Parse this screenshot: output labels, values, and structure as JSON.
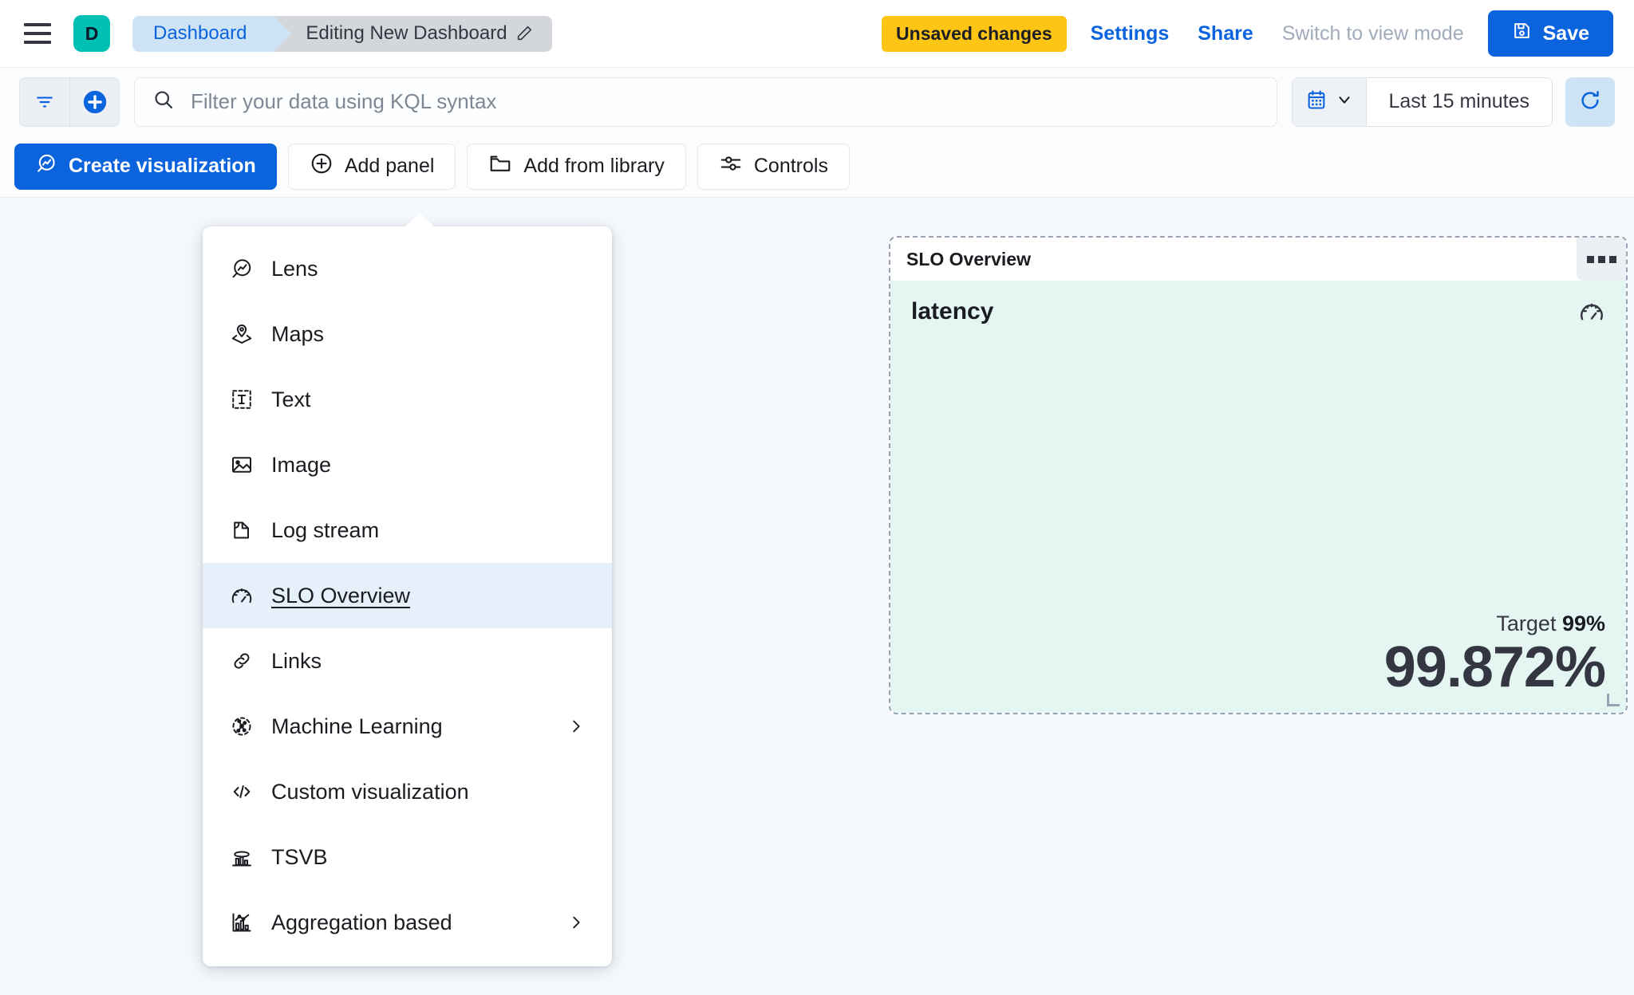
{
  "topnav": {
    "menu_icon": "hamburger-menu-icon",
    "space_initial": "D",
    "breadcrumb_root": "Dashboard",
    "breadcrumb_current": "Editing New Dashboard",
    "edit_title_icon": "pencil-icon",
    "unsaved_badge": "Unsaved changes",
    "settings_link": "Settings",
    "share_link": "Share",
    "view_mode_link": "Switch to view mode",
    "save_label": "Save",
    "save_icon": "save-disk-icon"
  },
  "querybar": {
    "filter_icon": "filter-icon",
    "add_filter_icon": "plus-circle-icon",
    "search_icon": "search-icon",
    "kql_placeholder": "Filter your data using KQL syntax",
    "calendar_icon": "calendar-icon",
    "chevron_icon": "chevron-down-icon",
    "time_range": "Last 15 minutes",
    "refresh_icon": "refresh-icon"
  },
  "toolbar": {
    "create_visualization": "Create visualization",
    "create_visualization_icon": "lens-icon",
    "add_panel": "Add panel",
    "add_panel_icon": "plus-circle-icon",
    "add_from_library": "Add from library",
    "add_from_library_icon": "folder-icon",
    "controls": "Controls",
    "controls_icon": "sliders-icon"
  },
  "add_panel_menu": {
    "items": [
      {
        "label": "Lens",
        "icon": "lens-icon",
        "has_submenu": false,
        "selected": false
      },
      {
        "label": "Maps",
        "icon": "map-marker-icon",
        "has_submenu": false,
        "selected": false
      },
      {
        "label": "Text",
        "icon": "text-box-icon",
        "has_submenu": false,
        "selected": false
      },
      {
        "label": "Image",
        "icon": "image-icon",
        "has_submenu": false,
        "selected": false
      },
      {
        "label": "Log stream",
        "icon": "log-stream-icon",
        "has_submenu": false,
        "selected": false
      },
      {
        "label": "SLO Overview",
        "icon": "gauge-icon",
        "has_submenu": false,
        "selected": true
      },
      {
        "label": "Links",
        "icon": "link-icon",
        "has_submenu": false,
        "selected": false
      },
      {
        "label": "Machine Learning",
        "icon": "ml-nodes-icon",
        "has_submenu": true,
        "selected": false
      },
      {
        "label": "Custom visualization",
        "icon": "code-icon",
        "has_submenu": false,
        "selected": false
      },
      {
        "label": "TSVB",
        "icon": "tsvb-chart-icon",
        "has_submenu": false,
        "selected": false
      },
      {
        "label": "Aggregation based",
        "icon": "agg-chart-icon",
        "has_submenu": true,
        "selected": false
      }
    ]
  },
  "slo_panel": {
    "header_title": "SLO Overview",
    "context_menu_icon": "context-menu-icon",
    "metric_title": "latency",
    "gauge_icon": "gauge-icon",
    "target_prefix": "Target ",
    "target_value": "99%",
    "sli_value": "99.872%",
    "resize_icon": "resize-handle-icon"
  },
  "colors": {
    "accent_blue": "#0b64dd",
    "warning_yellow": "#fec514",
    "space_teal": "#00bfb3",
    "panel_body_teal": "#e4f5f2",
    "selected_row_blue": "#e6f0fa",
    "canvas_bg": "#f6f9fc"
  }
}
